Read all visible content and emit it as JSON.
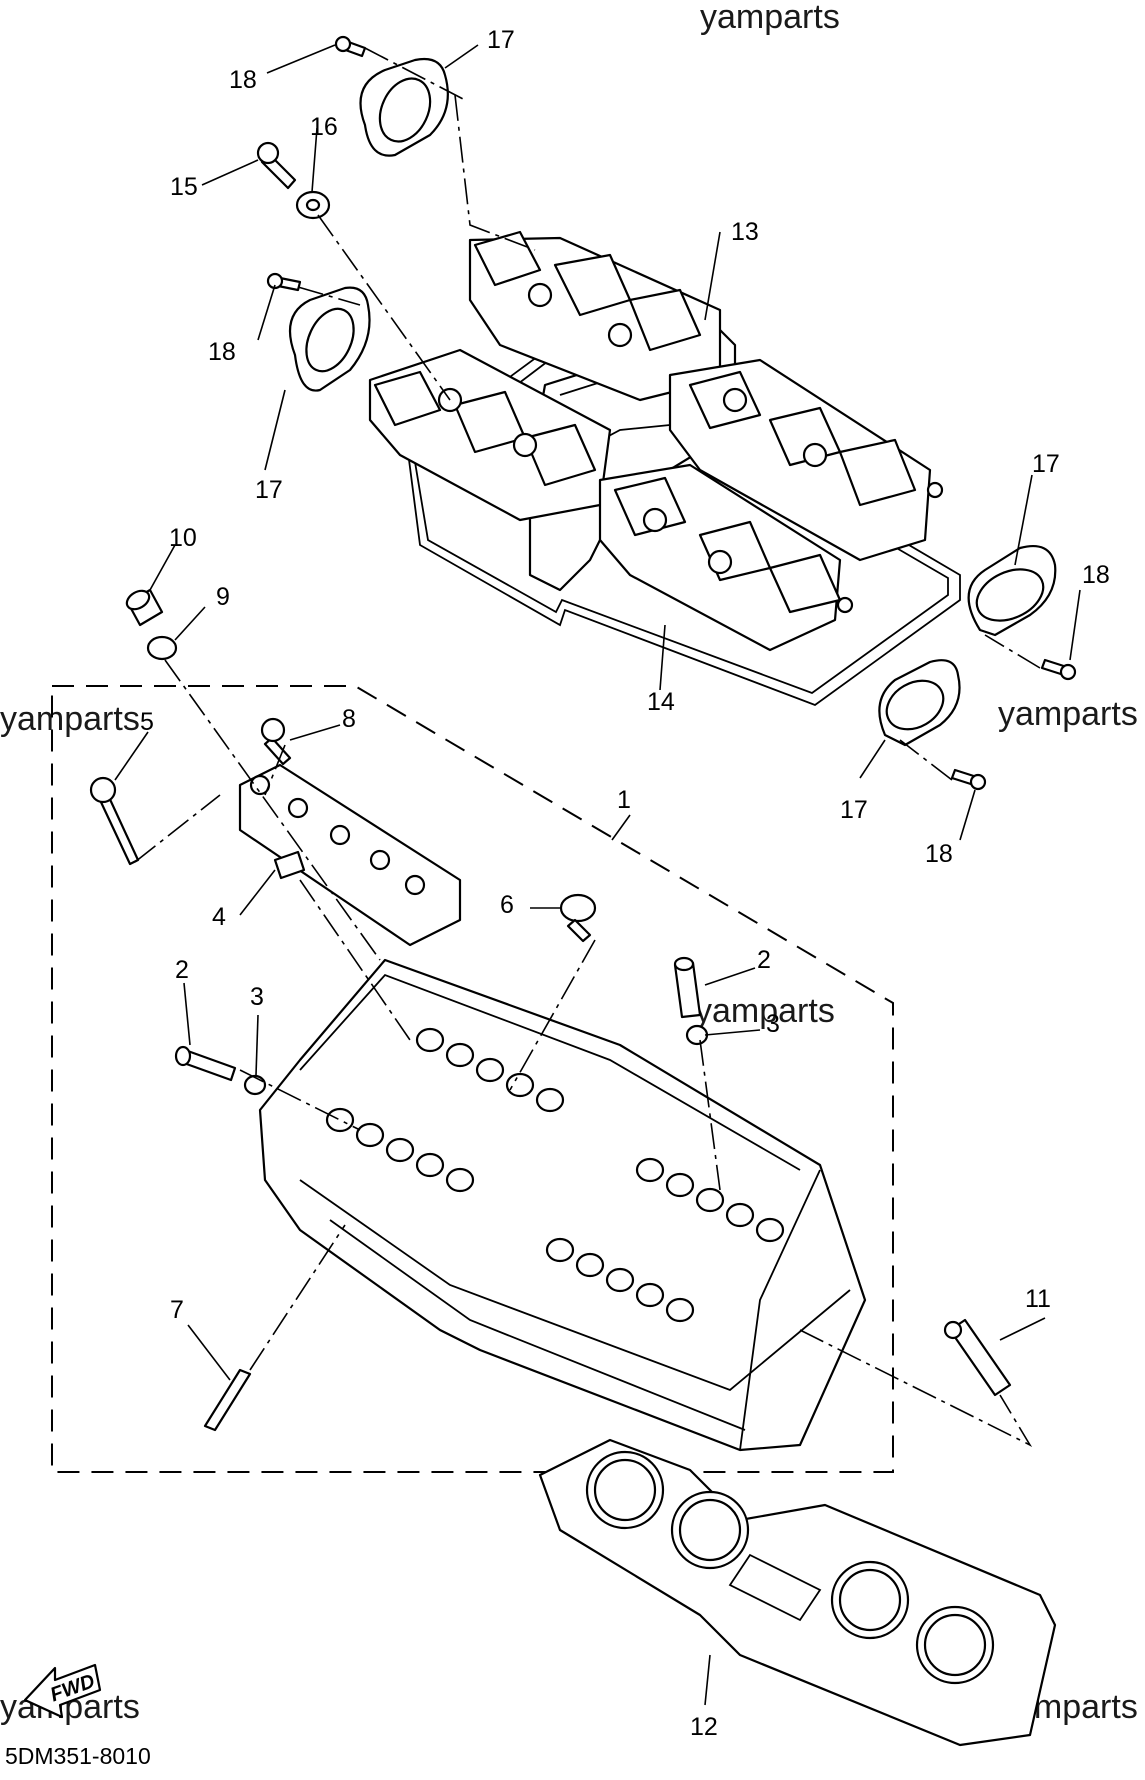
{
  "watermark": "yamparts",
  "diagram_code": "5DM351-8010",
  "fwd_label": "FWD",
  "callouts": {
    "c1": "1",
    "c2a": "2",
    "c2b": "2",
    "c3a": "3",
    "c3b": "3",
    "c4": "4",
    "c5": "5",
    "c6": "6",
    "c7": "7",
    "c8": "8",
    "c9": "9",
    "c10": "10",
    "c11": "11",
    "c12": "12",
    "c13": "13",
    "c14": "14",
    "c15": "15",
    "c16": "16",
    "c17a": "17",
    "c17b": "17",
    "c17c": "17",
    "c17d": "17",
    "c18a": "18",
    "c18b": "18",
    "c18c": "18",
    "c18d": "18"
  }
}
